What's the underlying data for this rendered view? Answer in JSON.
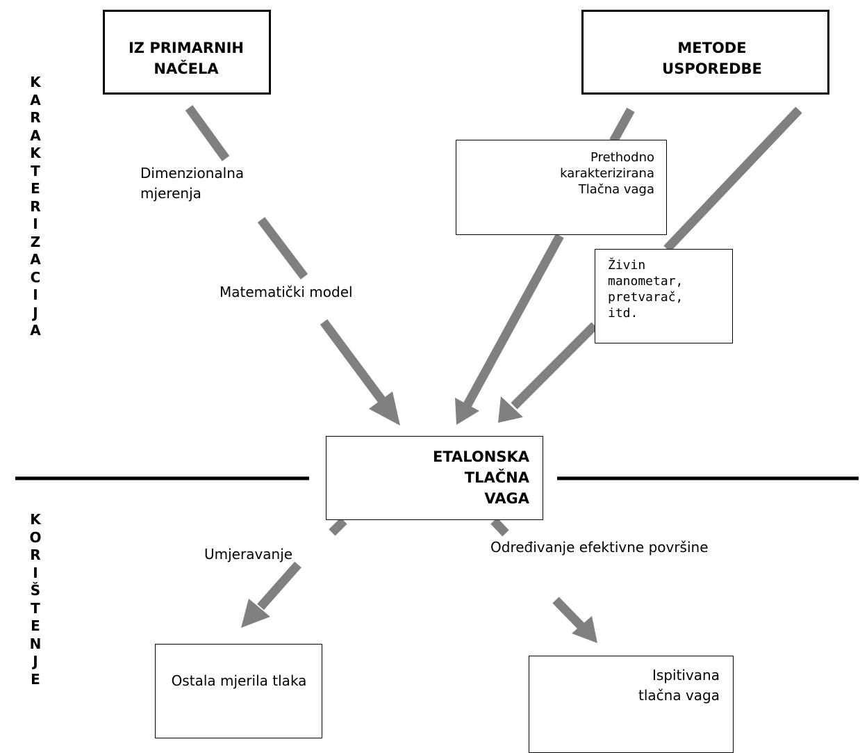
{
  "top_boxes": {
    "primary": "IZ PRIMARNIH NAČELA",
    "comparison": "METODE USPOREDBE"
  },
  "side_labels": {
    "characterization": [
      "K",
      "A",
      "R",
      "A",
      "K",
      "T",
      "E",
      "R",
      "I",
      "Z",
      "A",
      "C",
      "I",
      "J",
      "A"
    ],
    "usage": [
      "K",
      "O",
      "R",
      "I",
      "Š",
      "T",
      "E",
      "N",
      "J",
      "E"
    ]
  },
  "arrow_labels": {
    "dimensional": "Dimenzionalna mjerenja",
    "math_model": "Matematički model",
    "calibration": "Umjeravanje",
    "effective_area": "Određivanje efektivne površine"
  },
  "boxes": {
    "precharacterized": "Prethodno karakterizirana Tlačna vaga",
    "mercury": "Živin manometar, pretvarač, itd.",
    "reference": "ETALONSKA TLAČNA VAGA",
    "other_gauges": "Ostala mjerila tlaka",
    "tested": "Ispitivana tlačna vaga"
  },
  "colors": {
    "arrow": "#808080",
    "line": "#000000"
  },
  "icons": [
    "pressure-balance-icon"
  ]
}
